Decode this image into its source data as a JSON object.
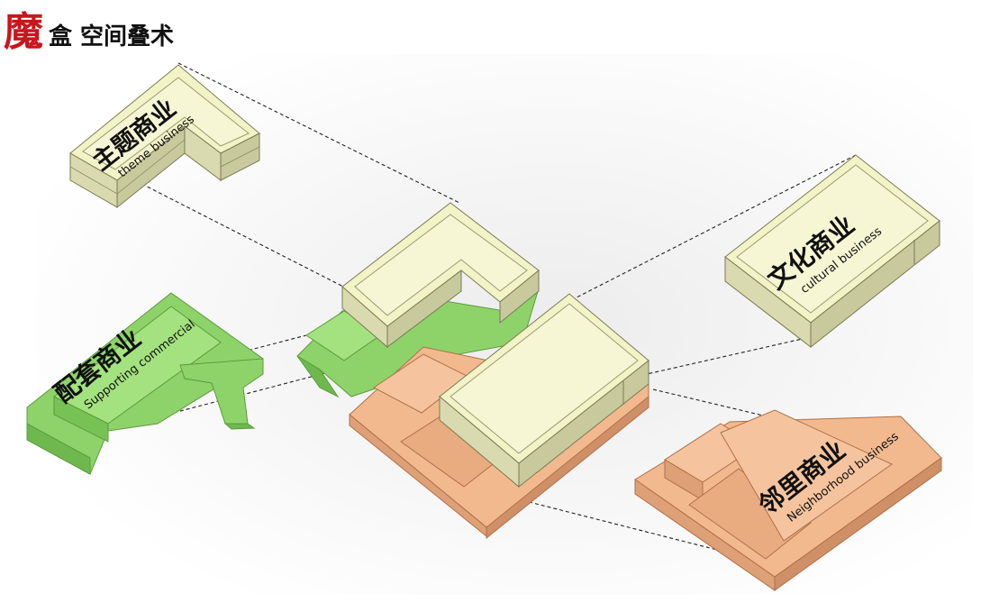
{
  "header": {
    "brand_char": "魔",
    "title": "盒 空间叠术",
    "brand_color": "#c8161d"
  },
  "colors": {
    "cream_top": "#f3f3c8",
    "cream_side": "#dadab0",
    "cream_dark": "#c4c49a",
    "green_top": "#9bde78",
    "green_side": "#7cc45a",
    "orange_top": "#f2b98e",
    "orange_side": "#dea077"
  },
  "labels": {
    "theme": {
      "cn": "主题商业",
      "en": "theme business"
    },
    "cultural": {
      "cn": "文化商业",
      "en": "cultural business"
    },
    "supporting": {
      "cn": "配套商业",
      "en": "Supporting commercial"
    },
    "neighborhood": {
      "cn": "邻里商业",
      "en": "Neighborhood business"
    }
  }
}
